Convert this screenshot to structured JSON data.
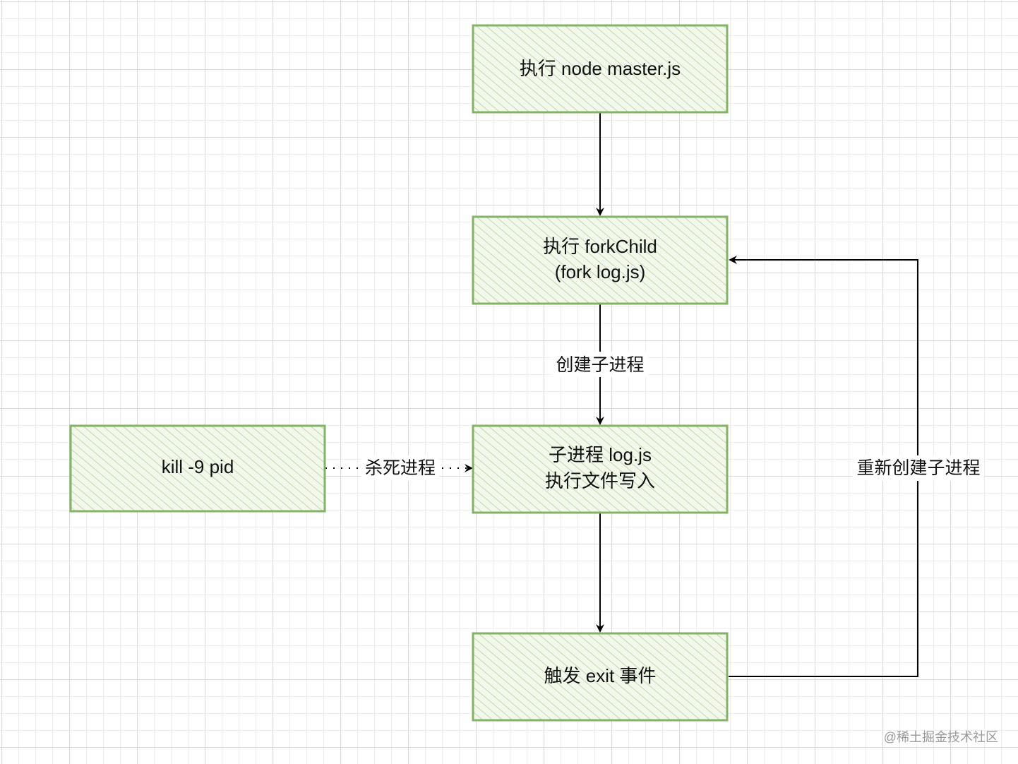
{
  "nodes": {
    "run_master": {
      "lines": [
        "执行 node master.js"
      ]
    },
    "fork_child": {
      "lines": [
        "执行 forkChild",
        "(fork log.js)"
      ]
    },
    "child_process": {
      "lines": [
        "子进程 log.js",
        "执行文件写入"
      ]
    },
    "exit_event": {
      "lines": [
        "触发 exit 事件"
      ]
    },
    "kill": {
      "lines": [
        "kill -9 pid"
      ]
    }
  },
  "edges": {
    "create_child": {
      "label": "创建子进程"
    },
    "kill_process": {
      "label": "杀死进程"
    },
    "recreate_child": {
      "label": "重新创建子进程"
    }
  },
  "watermark": "@稀土掘金技术社区",
  "colors": {
    "node_fill": "#dfeccf",
    "node_stroke": "#82b366",
    "hatch": "#b5d39a",
    "edge": "#000000"
  }
}
